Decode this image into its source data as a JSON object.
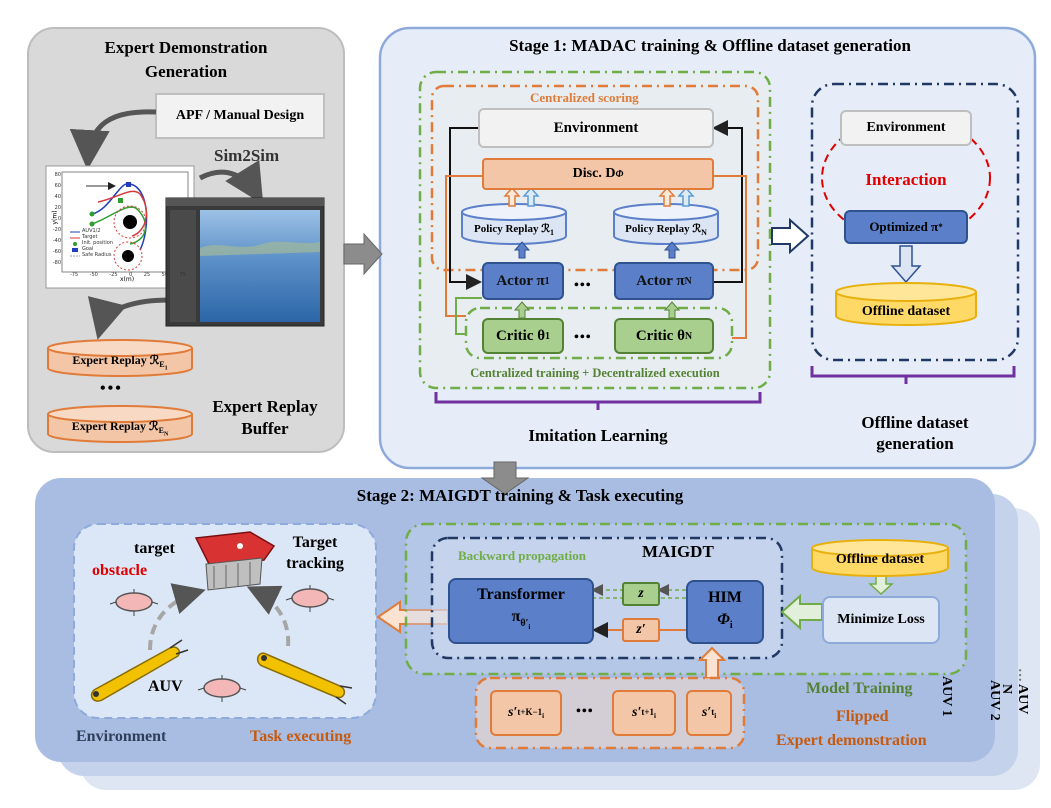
{
  "colors": {
    "panel_gray": "#dcdcdc",
    "stage1_bg": "#e6edf8",
    "stage2_bg": "#a9bde3",
    "blue_box": "#5b7fc9",
    "green_box": "#a9cf8e",
    "orange_box": "#f3c6a8",
    "yellow_db": "#ffd966",
    "green_dash": "#70ad47",
    "orange_dash": "#e07b39",
    "navy_dash": "#1f3864",
    "red": "#e00000",
    "purple": "#7030a0"
  },
  "expert": {
    "title": "Expert Demonstration Generation",
    "apf": "APF / Manual Design",
    "sim2sim": "Sim2Sim",
    "replay1": "Expert Replay ℛ",
    "replay1_sub": "E",
    "replay1_subsub": "1",
    "replayN": "Expert Replay ℛ",
    "replayN_sub": "E",
    "replayN_subsub": "N",
    "dots": "•••",
    "buffer_label": "Expert Replay Buffer",
    "plot_legend": [
      "AUV1/2",
      "Target",
      "Init. position",
      "Goal",
      "Safe Radius"
    ],
    "plot_xlabel": "x(m)",
    "plot_ylabel": "y(m)",
    "plot_yticks": [
      "80",
      "60",
      "40",
      "20",
      "0",
      "-20",
      "-40",
      "-60",
      "-80"
    ],
    "plot_xticks": [
      "-75",
      "-50",
      "-25",
      "0",
      "25",
      "50",
      "75"
    ]
  },
  "stage1": {
    "title": "Stage 1: MADAC training & Offline dataset generation",
    "centralized_scoring": "Centralized scoring",
    "environment": "Environment",
    "disc": "Disc. D",
    "disc_sub": "Φ",
    "policy1": "Policy Replay ℛ",
    "policy1_sub": "1",
    "policyN": "Policy Replay ℛ",
    "policyN_sub": "N",
    "actor1": "Actor π",
    "actor1_sub": "1",
    "actorN": "Actor π",
    "actorN_sub": "N",
    "critic1": "Critic θ",
    "critic1_sub": "1",
    "criticN": "Critic θ",
    "criticN_sub": "N",
    "dots": "•••",
    "ctde": "Centralized training + Decentralized execution",
    "imitation": "Imitation Learning",
    "offline_env": "Environment",
    "interaction": "Interaction",
    "optimized": "Optimized π",
    "optimized_sup": "*",
    "offline_dataset": "Offline dataset",
    "offline_label": "Offline dataset generation"
  },
  "stage2": {
    "title": "Stage 2: MAIGDT training & Task executing",
    "target": "target",
    "obstacle": "obstacle",
    "target_tracking": "Target tracking",
    "auv": "AUV",
    "environment": "Environment",
    "task_executing": "Task executing",
    "backward": "Backward propagation",
    "maigdt": "MAIGDT",
    "transformer": "Transformer",
    "transformer_sym": "π",
    "transformer_sub": "θ′",
    "transformer_subsub": "i",
    "him": "HIM",
    "him_sym": "Φ",
    "him_sub": "i",
    "z": "z",
    "zprime": "z′",
    "offline_dataset": "Offline dataset",
    "minimize_loss": "Minimize Loss",
    "model_training": "Model Training",
    "s1": "s′",
    "s1_sub": "t+K−1",
    "s2": "s′",
    "s2_sub": "t+1",
    "s3": "s′",
    "s3_sub": "t",
    "sub_i": "i",
    "dots": "•••",
    "flipped": "Flipped",
    "expert_demo": "Expert demonstration",
    "auv1": "AUV 1",
    "auv2": "AUV 2",
    "auvN": "AUV N",
    "auvN_dots": "…"
  }
}
